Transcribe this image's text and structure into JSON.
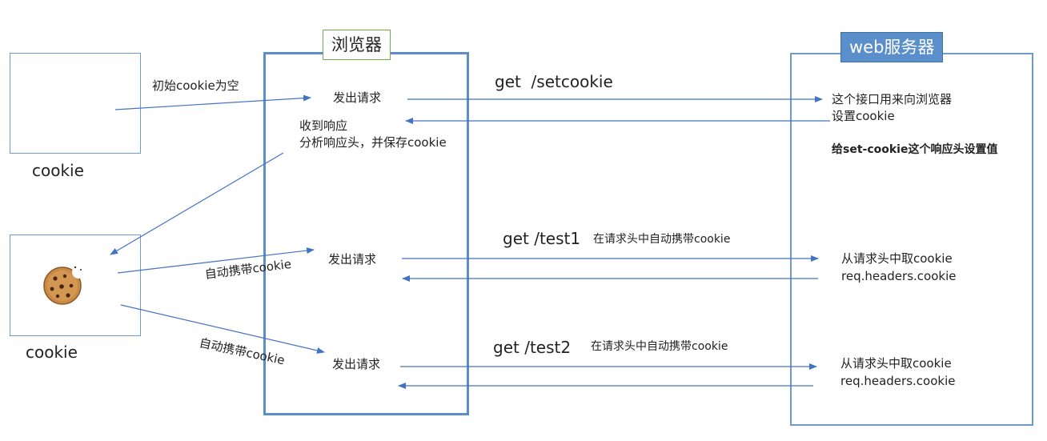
{
  "browser": {
    "title": "浏览器"
  },
  "server": {
    "title": "web服务器",
    "setcookie_note_line1": "这个接口用来向浏览器",
    "setcookie_note_line2": "设置cookie",
    "setcookie_bold_note": "给set-cookie这个响应头设置值",
    "test1_note_line1": "从请求头中取cookie",
    "test1_note_line2": "req.headers.cookie",
    "test2_note_line1": "从请求头中取cookie",
    "test2_note_line2": "req.headers.cookie"
  },
  "client": {
    "cookie_label_top": "cookie",
    "cookie_label_bottom": "cookie",
    "initial_note": "初始cookie为空",
    "carry_note_1": "自动携带cookie",
    "carry_note_2": "自动携带cookie"
  },
  "flow": {
    "send_request_1": "发出请求",
    "receive_line1": "收到响应",
    "receive_line2": "分析响应头，并保存cookie",
    "send_request_2": "发出请求",
    "send_request_3": "发出请求",
    "route_setcookie": "get  /setcookie",
    "route_test1": "get /test1",
    "route_test1_note": "在请求头中自动携带cookie",
    "route_test2": "get /test2",
    "route_test2_note": "在请求头中自动携带cookie"
  },
  "colors": {
    "arrow": "#4472c4",
    "box_border": "#6f9ad0",
    "browser_border": "#5b8fcb",
    "title_green": "#70ad47",
    "server_title_bg": "#5b8fcb"
  },
  "icons": {
    "cookie": "cookie-icon"
  }
}
